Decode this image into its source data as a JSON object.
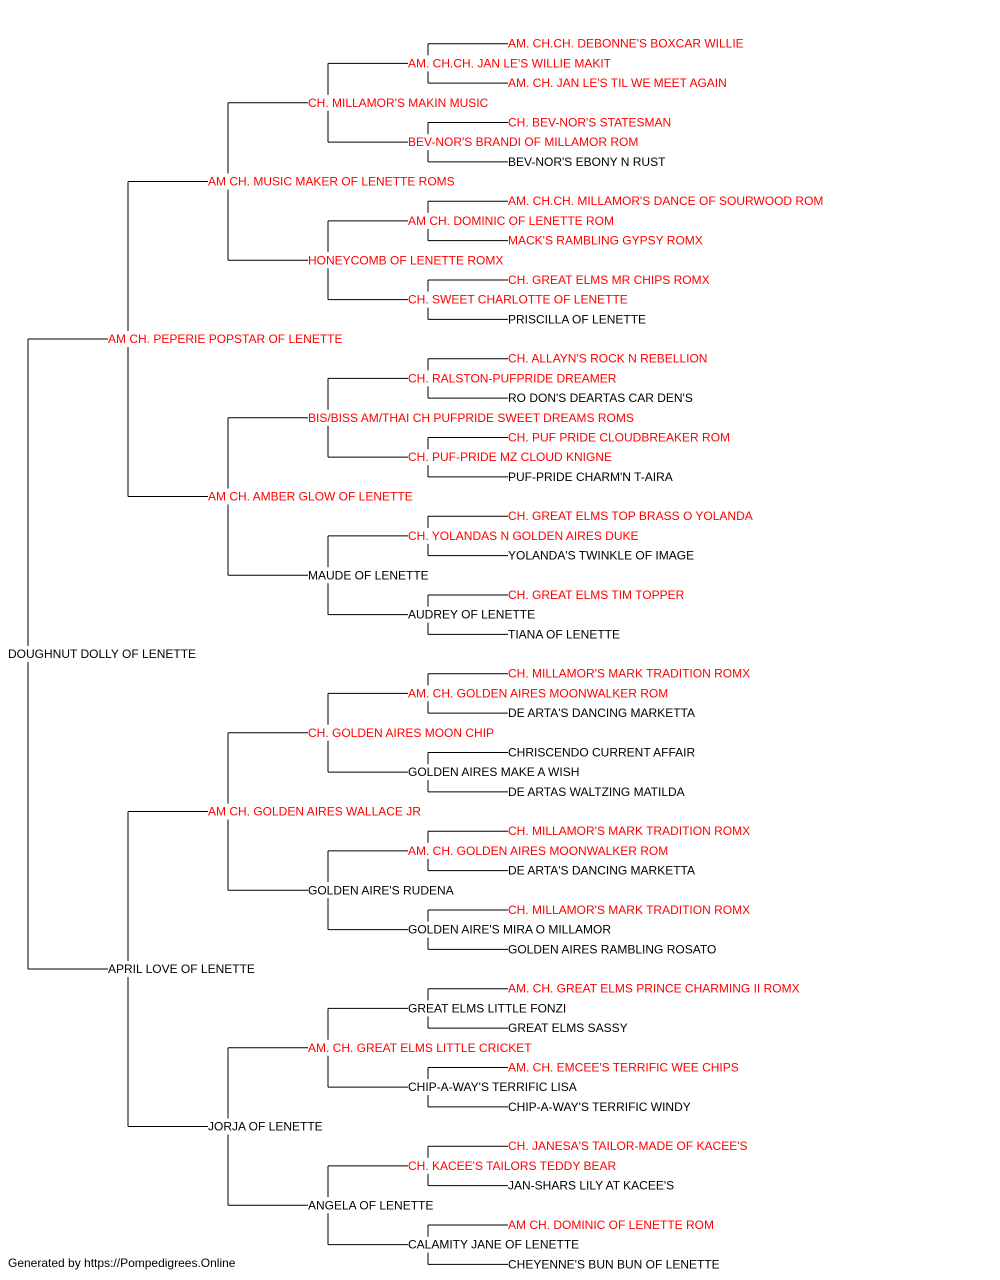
{
  "colors": {
    "champion": "#ff0000",
    "normal": "#000000",
    "line": "#000000"
  },
  "footer": {
    "text": "Generated by https://Pompedigrees.Online"
  },
  "pedigree": {
    "name": "DOUGHNUT DOLLY OF LENETTE",
    "ch": false,
    "sire": {
      "name": "AM CH. PEPERIE POPSTAR OF LENETTE",
      "ch": true,
      "sire": {
        "name": "AM CH. MUSIC MAKER OF LENETTE ROMS",
        "ch": true,
        "sire": {
          "name": "CH. MILLAMOR'S MAKIN MUSIC",
          "ch": true,
          "sire": {
            "name": "AM. CH.CH. JAN LE'S WILLIE MAKIT",
            "ch": true,
            "sire": {
              "name": "AM. CH.CH. DEBONNE'S BOXCAR WILLIE",
              "ch": true
            },
            "dam": {
              "name": "AM. CH. JAN LE'S TIL WE MEET AGAIN",
              "ch": true
            }
          },
          "dam": {
            "name": "BEV-NOR'S BRANDI OF MILLAMOR ROM",
            "ch": true,
            "sire": {
              "name": "CH. BEV-NOR'S STATESMAN",
              "ch": true
            },
            "dam": {
              "name": "BEV-NOR'S EBONY N RUST",
              "ch": false
            }
          }
        },
        "dam": {
          "name": "HONEYCOMB OF LENETTE ROMX",
          "ch": true,
          "sire": {
            "name": "AM CH. DOMINIC OF LENETTE ROM",
            "ch": true,
            "sire": {
              "name": "AM. CH.CH. MILLAMOR'S DANCE OF SOURWOOD ROM",
              "ch": true
            },
            "dam": {
              "name": "MACK'S RAMBLING GYPSY ROMX",
              "ch": true
            }
          },
          "dam": {
            "name": "CH. SWEET CHARLOTTE OF LENETTE",
            "ch": true,
            "sire": {
              "name": "CH. GREAT ELMS MR CHIPS ROMX",
              "ch": true
            },
            "dam": {
              "name": "PRISCILLA OF LENETTE",
              "ch": false
            }
          }
        }
      },
      "dam": {
        "name": "AM CH. AMBER GLOW OF LENETTE",
        "ch": true,
        "sire": {
          "name": "BIS/BISS AM/THAI CH PUFPRIDE SWEET DREAMS ROMS",
          "ch": true,
          "sire": {
            "name": "CH. RALSTON-PUFPRIDE DREAMER",
            "ch": true,
            "sire": {
              "name": "CH. ALLAYN'S ROCK N REBELLION",
              "ch": true
            },
            "dam": {
              "name": "RO DON'S DEARTAS CAR DEN'S",
              "ch": false
            }
          },
          "dam": {
            "name": "CH. PUF-PRIDE MZ CLOUD KNIGNE",
            "ch": true,
            "sire": {
              "name": "CH. PUF PRIDE CLOUDBREAKER ROM",
              "ch": true
            },
            "dam": {
              "name": "PUF-PRIDE CHARM'N T-AIRA",
              "ch": false
            }
          }
        },
        "dam": {
          "name": "MAUDE OF LENETTE",
          "ch": false,
          "sire": {
            "name": "CH. YOLANDAS N GOLDEN AIRES DUKE",
            "ch": true,
            "sire": {
              "name": "CH. GREAT ELMS TOP BRASS O YOLANDA",
              "ch": true
            },
            "dam": {
              "name": "YOLANDA'S TWINKLE OF IMAGE",
              "ch": false
            }
          },
          "dam": {
            "name": "AUDREY OF LENETTE",
            "ch": false,
            "sire": {
              "name": "CH. GREAT ELMS TIM TOPPER",
              "ch": true
            },
            "dam": {
              "name": "TIANA OF LENETTE",
              "ch": false
            }
          }
        }
      }
    },
    "dam": {
      "name": "APRIL LOVE OF LENETTE",
      "ch": false,
      "sire": {
        "name": "AM CH. GOLDEN AIRES WALLACE JR",
        "ch": true,
        "sire": {
          "name": "CH. GOLDEN AIRES MOON CHIP",
          "ch": true,
          "sire": {
            "name": "AM. CH. GOLDEN AIRES MOONWALKER ROM",
            "ch": true,
            "sire": {
              "name": "CH. MILLAMOR'S MARK TRADITION ROMX",
              "ch": true
            },
            "dam": {
              "name": "DE ARTA'S DANCING MARKETTA",
              "ch": false
            }
          },
          "dam": {
            "name": "GOLDEN AIRES MAKE A WISH",
            "ch": false,
            "sire": {
              "name": "CHRISCENDO CURRENT AFFAIR",
              "ch": false
            },
            "dam": {
              "name": "DE ARTAS WALTZING MATILDA",
              "ch": false
            }
          }
        },
        "dam": {
          "name": "GOLDEN AIRE'S RUDENA",
          "ch": false,
          "sire": {
            "name": "AM. CH. GOLDEN AIRES MOONWALKER ROM",
            "ch": true,
            "sire": {
              "name": "CH. MILLAMOR'S MARK TRADITION ROMX",
              "ch": true
            },
            "dam": {
              "name": "DE ARTA'S DANCING MARKETTA",
              "ch": false
            }
          },
          "dam": {
            "name": "GOLDEN AIRE'S MIRA O MILLAMOR",
            "ch": false,
            "sire": {
              "name": "CH. MILLAMOR'S MARK TRADITION ROMX",
              "ch": true
            },
            "dam": {
              "name": "GOLDEN AIRES RAMBLING ROSATO",
              "ch": false
            }
          }
        }
      },
      "dam": {
        "name": "JORJA OF LENETTE",
        "ch": false,
        "sire": {
          "name": "AM. CH. GREAT ELMS LITTLE CRICKET",
          "ch": true,
          "sire": {
            "name": "GREAT ELMS LITTLE FONZI",
            "ch": false,
            "sire": {
              "name": "AM. CH. GREAT ELMS PRINCE CHARMING II ROMX",
              "ch": true
            },
            "dam": {
              "name": "GREAT ELMS SASSY",
              "ch": false
            }
          },
          "dam": {
            "name": "CHIP-A-WAY'S TERRIFIC LISA",
            "ch": false,
            "sire": {
              "name": "AM. CH. EMCEE'S TERRIFIC WEE CHIPS",
              "ch": true
            },
            "dam": {
              "name": "CHIP-A-WAY'S TERRIFIC WINDY",
              "ch": false
            }
          }
        },
        "dam": {
          "name": "ANGELA OF LENETTE",
          "ch": false,
          "sire": {
            "name": "CH. KACEE'S TAILORS TEDDY BEAR",
            "ch": true,
            "sire": {
              "name": "CH. JANESA'S TAILOR-MADE OF KACEE'S",
              "ch": true
            },
            "dam": {
              "name": "JAN-SHARS LILY AT KACEE'S",
              "ch": false
            }
          },
          "dam": {
            "name": "CALAMITY JANE OF LENETTE",
            "ch": false,
            "sire": {
              "name": "AM CH. DOMINIC OF LENETTE ROM",
              "ch": true
            },
            "dam": {
              "name": "CHEYENNE'S BUN BUN OF LENETTE",
              "ch": false
            }
          }
        }
      }
    }
  }
}
